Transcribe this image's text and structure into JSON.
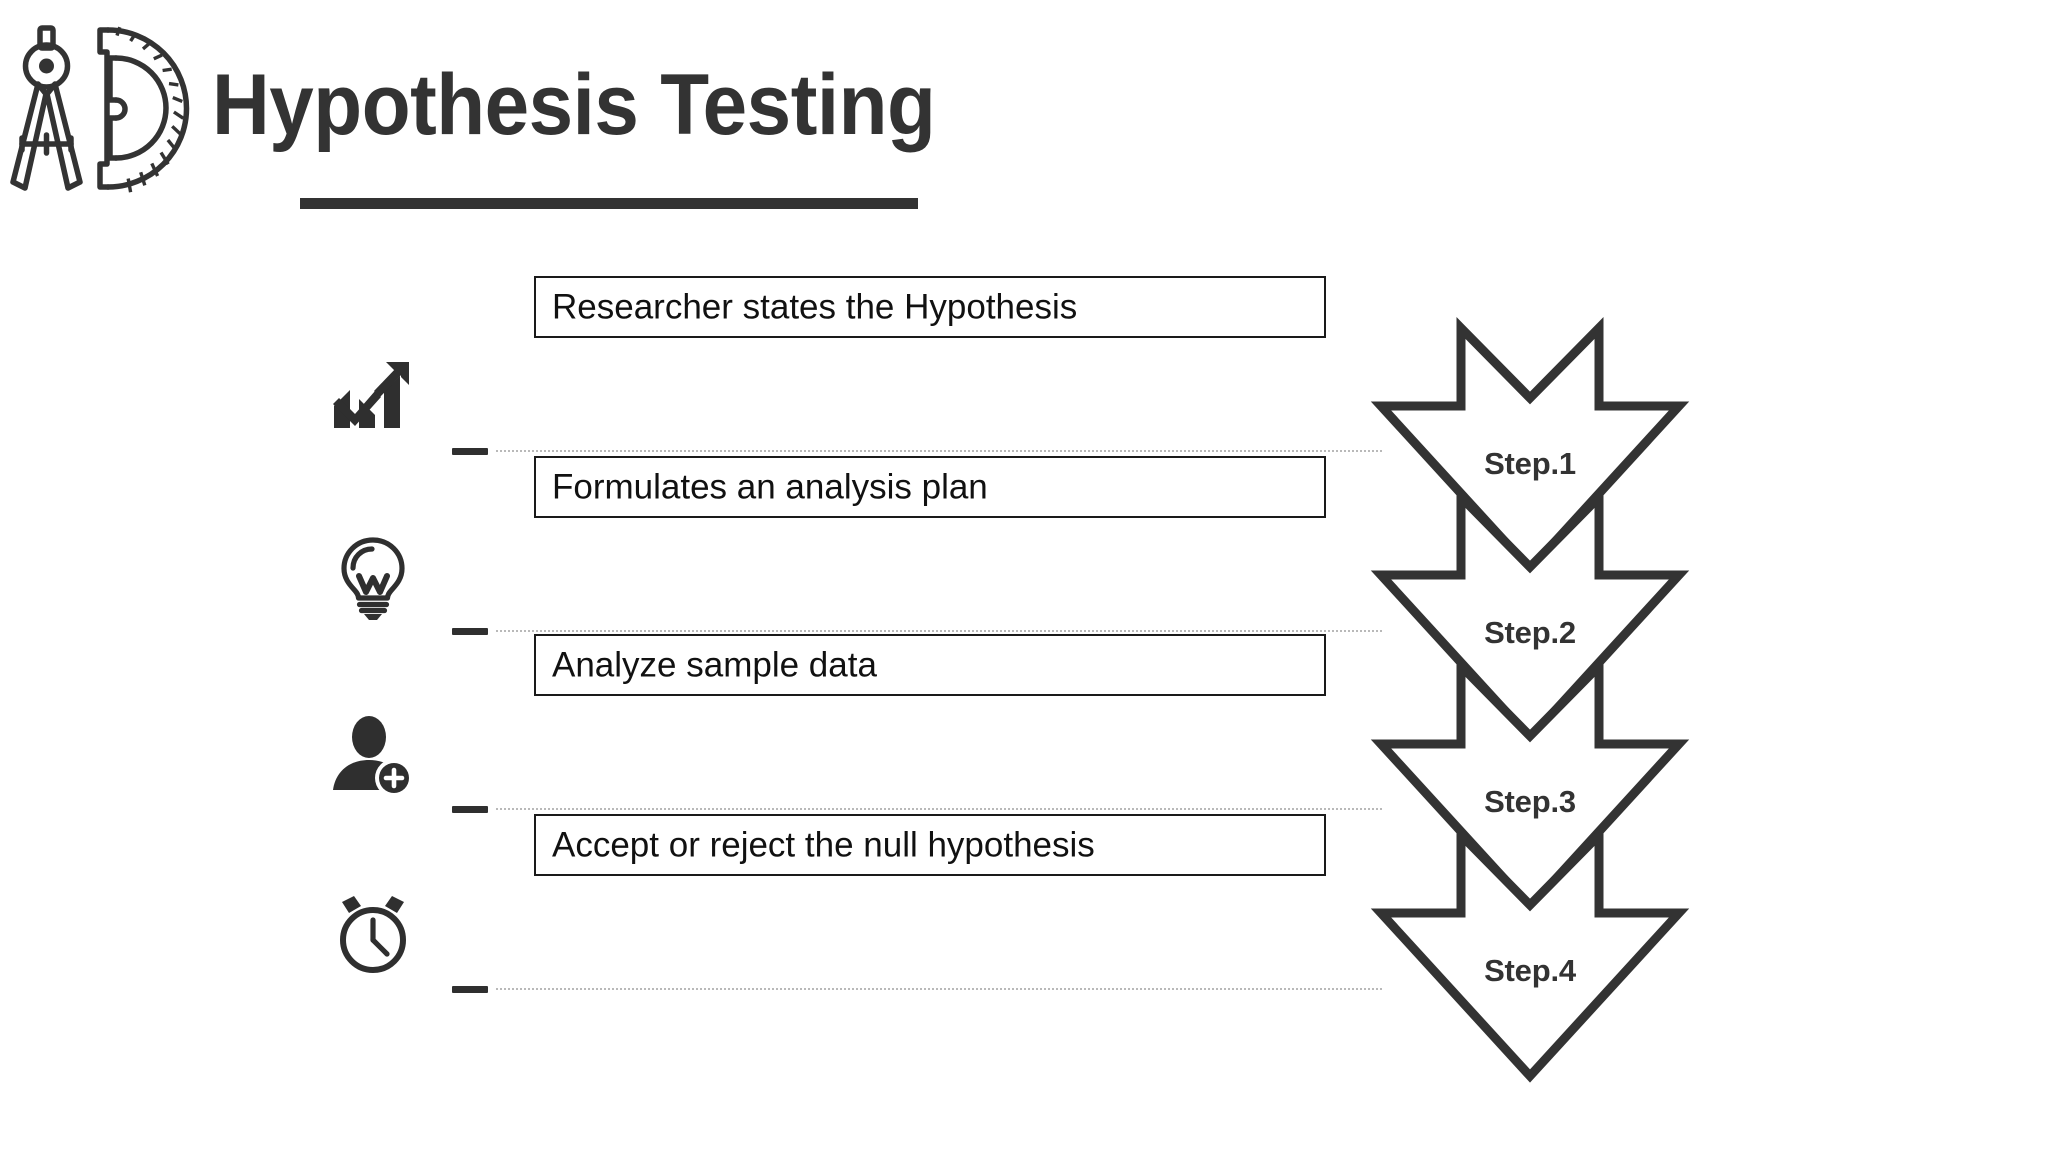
{
  "header": {
    "title": "Hypothesis Testing",
    "logo_icon": "compass-protractor-logo-icon",
    "underline_color": "#333333",
    "title_color": "#333333"
  },
  "theme": {
    "background": "#ffffff",
    "ink": "#333333",
    "box_border": "#1a1a1a",
    "dotted_line": "#b9b9b9"
  },
  "flow": {
    "steps": [
      {
        "icon": "growth-chart-icon",
        "label": "Researcher states the Hypothesis",
        "badge": "Step.1"
      },
      {
        "icon": "lightbulb-icon",
        "label": "Formulates an analysis plan",
        "badge": "Step.2"
      },
      {
        "icon": "add-user-icon",
        "label": "Analyze sample data",
        "badge": "Step.3"
      },
      {
        "icon": "alarm-clock-icon",
        "label": "Accept or reject the null hypothesis",
        "badge": "Step.4"
      }
    ]
  }
}
